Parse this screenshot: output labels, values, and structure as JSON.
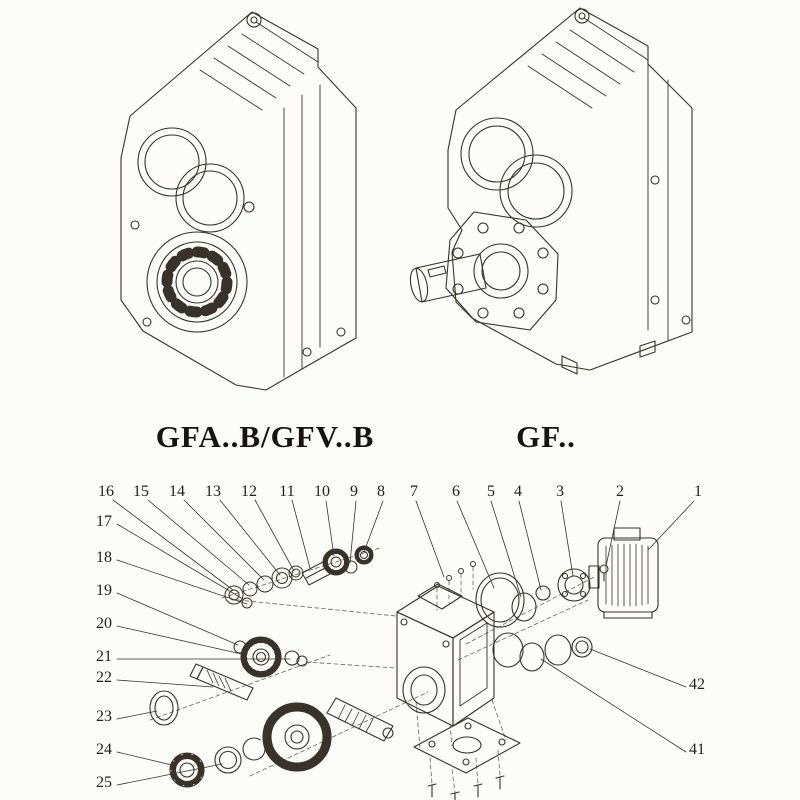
{
  "page": {
    "background": "#fcfcf9",
    "line_color": "#38322a"
  },
  "models": {
    "left_label": "GFA..B/GFV..B",
    "right_label": "GF.."
  },
  "exploded": {
    "top_numbers": [
      "16",
      "15",
      "14",
      "13",
      "12",
      "11",
      "10",
      "9",
      "8",
      "7",
      "6",
      "5",
      "4",
      "3",
      "2",
      "1"
    ],
    "left_numbers": [
      "17",
      "18",
      "19",
      "20",
      "21",
      "22",
      "23",
      "24",
      "25"
    ],
    "right_numbers": [
      "42",
      "41"
    ]
  }
}
